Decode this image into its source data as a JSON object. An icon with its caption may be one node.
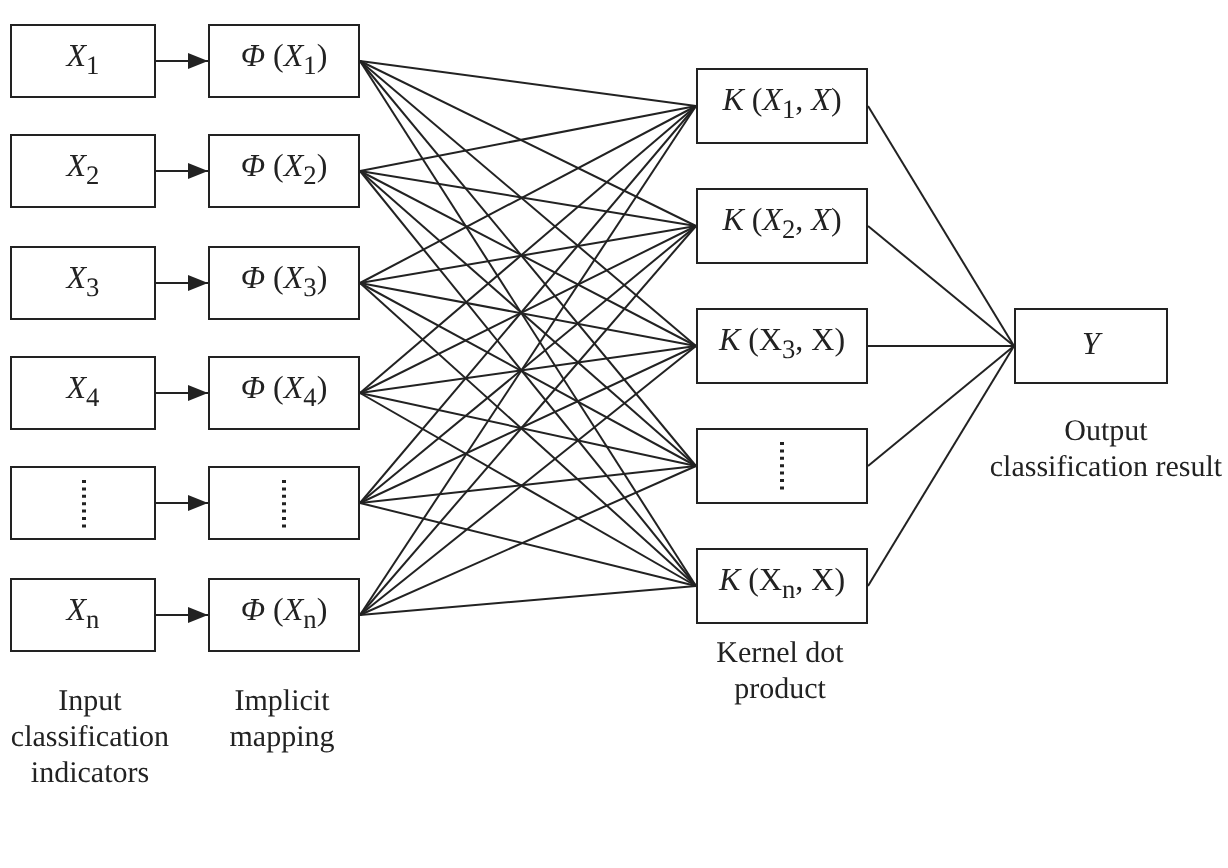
{
  "diagram": {
    "nodes": [
      {
        "text": [
          "*X*$_{1}$"
        ]
      },
      {
        "text": [
          "*X*$_{2}$"
        ]
      },
      {
        "text": [
          "*X*$_{3}$"
        ]
      },
      {
        "text": [
          "*X*$_{4}$"
        ]
      },
      {
        "text": [],
        "shape": "box"
      },
      {
        "text": [
          "*X*$_{n}$"
        ]
      },
      {
        "text": [
          "*Φ* (*X*$_{1}$)"
        ]
      },
      {
        "text": [
          "*Φ* (*X*$_{2}$)"
        ]
      },
      {
        "text": [
          "*Φ* (*X*$_{3}$)"
        ]
      },
      {
        "text": [
          "*Φ* (*X*$_{4}$)"
        ]
      },
      {
        "text": [],
        "shape": "box"
      },
      {
        "text": [
          "*Φ* (*X*$_{n}$)"
        ]
      },
      {
        "text": [
          "*K* (*X*$_{1}$, *X*)"
        ]
      },
      {
        "text": [
          "*K* (*X*$_{2}$, *X*)"
        ]
      },
      {
        "text": [
          "*K* (X$_{3}$, X)"
        ]
      },
      {
        "text": [],
        "shape": "box"
      },
      {
        "text": [
          "*K* (X$_{n}$, X)"
        ]
      },
      {
        "text": [
          "Y"
        ]
      }
    ],
    "edges": [
      {
        "from": 0,
        "to": 6,
        "arrow": "to"
      },
      {
        "from": 1,
        "to": 7,
        "arrow": "to"
      },
      {
        "from": 2,
        "to": 8,
        "arrow": "to"
      },
      {
        "from": 3,
        "to": 9,
        "arrow": "to"
      },
      {
        "from": 4,
        "to": 10,
        "arrow": "to"
      },
      {
        "from": 5,
        "to": 11,
        "arrow": "to"
      },
      {
        "from": 6,
        "to": 12,
        "arrow": "none"
      },
      {
        "from": 6,
        "to": 13,
        "arrow": "none"
      },
      {
        "from": 6,
        "to": 14,
        "arrow": "none"
      },
      {
        "from": 6,
        "to": 15,
        "arrow": "none"
      },
      {
        "from": 6,
        "to": 16,
        "arrow": "none"
      },
      {
        "from": 7,
        "to": 12,
        "arrow": "none"
      },
      {
        "from": 7,
        "to": 13,
        "arrow": "none"
      },
      {
        "from": 7,
        "to": 14,
        "arrow": "none"
      },
      {
        "from": 7,
        "to": 15,
        "arrow": "none"
      },
      {
        "from": 7,
        "to": 16,
        "arrow": "none"
      },
      {
        "from": 8,
        "to": 12,
        "arrow": "none"
      },
      {
        "from": 8,
        "to": 13,
        "arrow": "none"
      },
      {
        "from": 8,
        "to": 14,
        "arrow": "none"
      },
      {
        "from": 8,
        "to": 15,
        "arrow": "none"
      },
      {
        "from": 8,
        "to": 16,
        "arrow": "none"
      },
      {
        "from": 9,
        "to": 12,
        "arrow": "none"
      },
      {
        "from": 9,
        "to": 13,
        "arrow": "none"
      },
      {
        "from": 9,
        "to": 14,
        "arrow": "none"
      },
      {
        "from": 9,
        "to": 15,
        "arrow": "none"
      },
      {
        "from": 9,
        "to": 16,
        "arrow": "none"
      },
      {
        "from": 10,
        "to": 12,
        "arrow": "none"
      },
      {
        "from": 10,
        "to": 13,
        "arrow": "none"
      },
      {
        "from": 10,
        "to": 14,
        "arrow": "none"
      },
      {
        "from": 10,
        "to": 15,
        "arrow": "none"
      },
      {
        "from": 10,
        "to": 16,
        "arrow": "none"
      },
      {
        "from": 11,
        "to": 12,
        "arrow": "none"
      },
      {
        "from": 11,
        "to": 13,
        "arrow": "none"
      },
      {
        "from": 11,
        "to": 14,
        "arrow": "none"
      },
      {
        "from": 11,
        "to": 15,
        "arrow": "none"
      },
      {
        "from": 11,
        "to": 16,
        "arrow": "none"
      },
      {
        "from": 12,
        "to": 17,
        "arrow": "none"
      },
      {
        "from": 13,
        "to": 17,
        "arrow": "none"
      },
      {
        "from": 14,
        "to": 17,
        "arrow": "none"
      },
      {
        "from": 15,
        "to": 17,
        "arrow": "none"
      },
      {
        "from": 16,
        "to": 17,
        "arrow": "none"
      }
    ],
    "labels": [
      "Output classification result",
      "Kernel dot product",
      "Input classification indicators",
      "Implicit mapping"
    ]
  }
}
